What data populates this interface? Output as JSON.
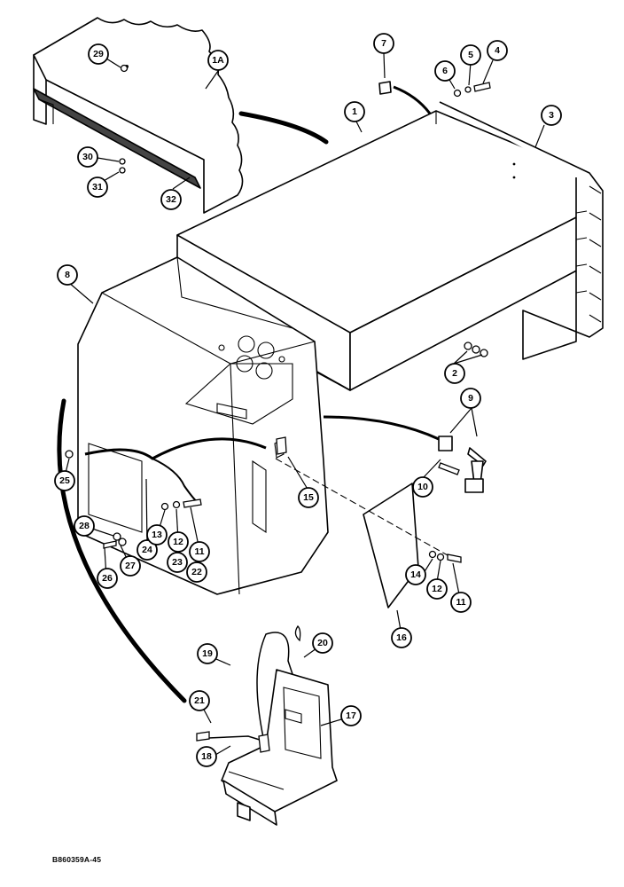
{
  "drawing_number": "B860359A-45",
  "callouts": [
    "1A",
    "29",
    "30",
    "31",
    "32",
    "7",
    "6",
    "5",
    "4",
    "3",
    "1",
    "2",
    "8",
    "9",
    "10",
    "25",
    "15",
    "28",
    "27",
    "26",
    "24",
    "13",
    "12",
    "23",
    "11",
    "22",
    "14",
    "16",
    "19",
    "20",
    "21",
    "18",
    "17"
  ]
}
